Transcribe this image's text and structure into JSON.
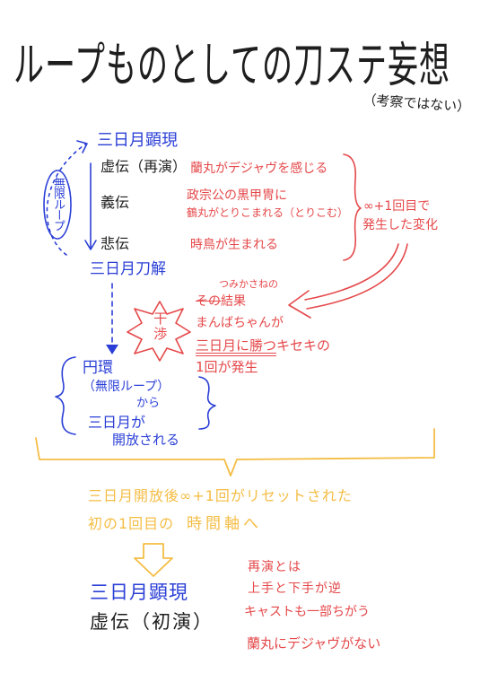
{
  "title": "ループものとしての刀ステ妄想",
  "subtitle": "（考察ではない）",
  "colors": {
    "blue": "#2b3fd6",
    "red": "#e5484a",
    "black": "#1e1e1e",
    "orange": "#f4bd45"
  },
  "loop": {
    "label": "無限ループ",
    "start": "三日月顕現",
    "stages": [
      {
        "name": "虚伝（再演）",
        "changes": [
          "蘭丸がデジャヴを感じる"
        ]
      },
      {
        "name": "義伝",
        "changes": [
          "政宗公の黒甲冑に",
          "鶴丸がとりこまれる（とりこむ）"
        ]
      },
      {
        "name": "悲伝",
        "changes": [
          "時鳥が生まれる"
        ]
      }
    ],
    "end": "三日月刀解",
    "changes_note": [
      "∞+1回目で",
      "発生した変化"
    ]
  },
  "result": {
    "interference": "干渉",
    "correction": "つみかさねの",
    "struck_word": "その",
    "lines": [
      "結果",
      "まんばちゃんが"
    ],
    "miracle_emphasis": "三日月に勝つ",
    "miracle_rest": "キセキの",
    "occurrence": "1回が発生"
  },
  "release": {
    "lines": [
      "円環",
      "（無限ループ）",
      "から",
      "三日月が",
      "開放される"
    ]
  },
  "reset": {
    "line1": [
      "三日月開放後",
      "∞+1回がリセットされた"
    ],
    "line2": [
      "初の1回目の",
      "時間軸へ"
    ]
  },
  "final": {
    "start": "三日月顕現",
    "stage": "虚伝（初演）"
  },
  "notes": [
    "再演とは",
    "上手と下手が逆",
    "キャストも一部ちがう",
    "蘭丸にデジャヴがない"
  ]
}
